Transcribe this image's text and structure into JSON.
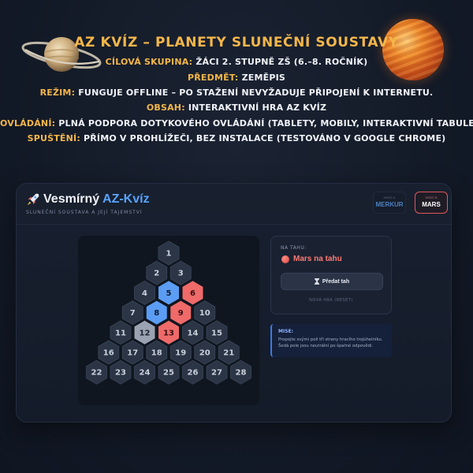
{
  "promo": {
    "title": "AZ kvíz – Planety sluneční soustavy",
    "lines": [
      {
        "key": "Cílová skupina:",
        "value": "žáci 2. stupně ZŠ (6.–8. ročník)"
      },
      {
        "key": "Předmět:",
        "value": "Zeměpis"
      },
      {
        "key": "Režim:",
        "value": "Funguje offline – po stažení nevyžaduje připojení k internetu."
      },
      {
        "key": "Obsah:",
        "value": "Interaktivní hra AZ kvíz"
      },
      {
        "key": "Ovládání:",
        "value": "Plná podpora dotykového ovládání (tablety, mobily, interaktivní tabule)"
      },
      {
        "key": "Spuštění:",
        "value": "Přímo v prohlížeči, bez instalace (testováno v Google Chrome)"
      }
    ]
  },
  "app": {
    "title_main": "Vesmírný ",
    "title_accent": "AZ-Kvíz",
    "subtitle": "Sluneční soustava a její tajemství",
    "icons": {
      "logo": "rocket-icon",
      "pass": "hourglass-icon"
    },
    "players": [
      {
        "label": "Hráč A",
        "name": "MERKUR",
        "active": false
      },
      {
        "label": "Hráč B",
        "name": "MARS",
        "active": true
      }
    ],
    "turn": {
      "label": "Na tahu:",
      "name": "Mars na tahu",
      "pass_button": "Předat tah",
      "new_game": "Nová hra (reset)"
    },
    "mission": {
      "label": "Mise:",
      "text": "Propojte svými poli tři strany hracího trojúhelníku. Šedá pole jsou neutrální po špatné odpovědi."
    },
    "colors": {
      "blue": "#5b9df5",
      "red": "#ef6a69",
      "neutral": "#9aa3b2",
      "empty": "#2b3545",
      "accent": "#f4b64a"
    },
    "board": {
      "rows": [
        [
          {
            "n": "1",
            "s": "empty"
          }
        ],
        [
          {
            "n": "2",
            "s": "empty"
          },
          {
            "n": "3",
            "s": "empty"
          }
        ],
        [
          {
            "n": "4",
            "s": "empty"
          },
          {
            "n": "5",
            "s": "blue"
          },
          {
            "n": "6",
            "s": "red"
          }
        ],
        [
          {
            "n": "7",
            "s": "empty"
          },
          {
            "n": "8",
            "s": "blue"
          },
          {
            "n": "9",
            "s": "red"
          },
          {
            "n": "10",
            "s": "empty"
          }
        ],
        [
          {
            "n": "11",
            "s": "empty"
          },
          {
            "n": "12",
            "s": "neutral"
          },
          {
            "n": "13",
            "s": "red"
          },
          {
            "n": "14",
            "s": "empty"
          },
          {
            "n": "15",
            "s": "empty"
          }
        ],
        [
          {
            "n": "16",
            "s": "empty"
          },
          {
            "n": "17",
            "s": "empty"
          },
          {
            "n": "18",
            "s": "empty"
          },
          {
            "n": "19",
            "s": "empty"
          },
          {
            "n": "20",
            "s": "empty"
          },
          {
            "n": "21",
            "s": "empty"
          }
        ],
        [
          {
            "n": "22",
            "s": "empty"
          },
          {
            "n": "23",
            "s": "empty"
          },
          {
            "n": "24",
            "s": "empty"
          },
          {
            "n": "25",
            "s": "empty"
          },
          {
            "n": "26",
            "s": "empty"
          },
          {
            "n": "27",
            "s": "empty"
          },
          {
            "n": "28",
            "s": "empty"
          }
        ]
      ]
    }
  }
}
